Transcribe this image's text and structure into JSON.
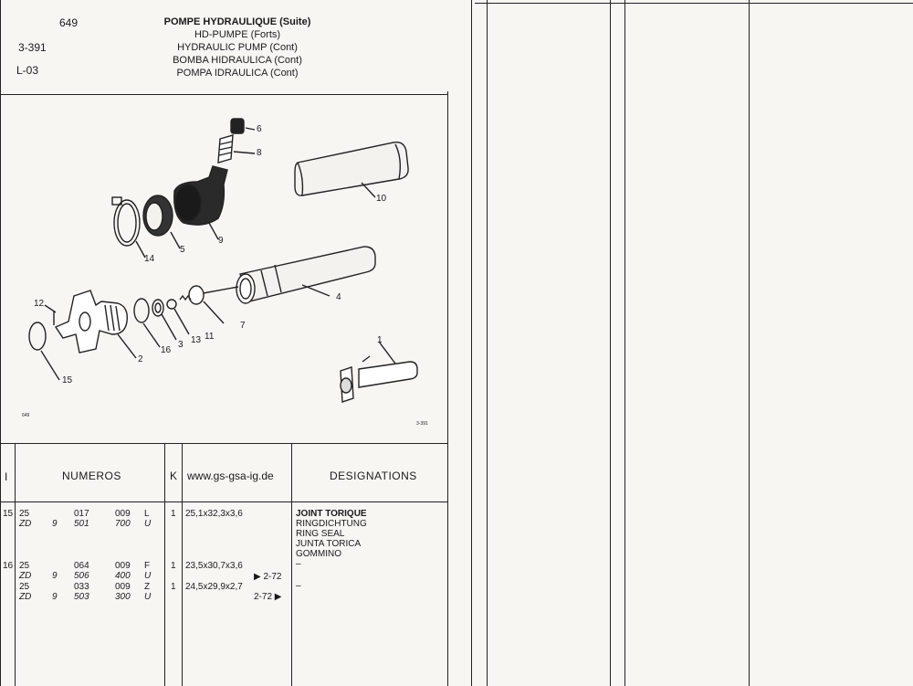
{
  "header": {
    "page_no": "649",
    "ref_code": "3-391",
    "section_code": "L-03",
    "titles": {
      "fr": "POMPE HYDRAULIQUE (Suite)",
      "de": "HD-PUMPE (Forts)",
      "en": "HYDRAULIC PUMP (Cont)",
      "es": "BOMBA HIDRAULICA (Cont)",
      "it": "POMPA IDRAULICA (Cont)"
    }
  },
  "diagram": {
    "corner_left": "649",
    "corner_right": "3-391",
    "callouts": [
      "1",
      "2",
      "3",
      "4",
      "5",
      "6",
      "7",
      "8",
      "9",
      "10",
      "11",
      "12",
      "13",
      "14",
      "15",
      "16"
    ]
  },
  "table": {
    "headers": {
      "index": "I",
      "numeros": "NUMEROS",
      "k": "K",
      "website": "www.gs-gsa-ig.de",
      "designations": "DESIGNATIONS"
    },
    "rows": [
      {
        "idx": "15",
        "line1": {
          "a": "25",
          "b": "",
          "c": "017",
          "d": "009",
          "e": "L"
        },
        "line2": {
          "a": "ZD",
          "b": "9",
          "c": "501",
          "d": "700",
          "e": "U"
        },
        "qty": "1",
        "spec": "25,1x32,3x3,6",
        "date": "",
        "designation_bold": "JOINT TORIQUE",
        "designation_lines": [
          "RINGDICHTUNG",
          "RING SEAL",
          "JUNTA TORICA",
          "GOMMINO"
        ]
      },
      {
        "idx": "16",
        "line1": {
          "a": "25",
          "b": "",
          "c": "064",
          "d": "009",
          "e": "F"
        },
        "line2": {
          "a": "ZD",
          "b": "9",
          "c": "506",
          "d": "400",
          "e": "U"
        },
        "qty": "1",
        "spec": "23,5x30,7x3,6",
        "date": "▶ 2-72",
        "designation_bold": "",
        "designation_lines": [
          "–"
        ]
      },
      {
        "idx": "",
        "line1": {
          "a": "25",
          "b": "",
          "c": "033",
          "d": "009",
          "e": "Z"
        },
        "line2": {
          "a": "ZD",
          "b": "9",
          "c": "503",
          "d": "300",
          "e": "U"
        },
        "qty": "1",
        "spec": "24,5x29,9x2,7",
        "date": "2-72 ▶",
        "designation_bold": "",
        "designation_lines": [
          "–"
        ]
      }
    ]
  }
}
